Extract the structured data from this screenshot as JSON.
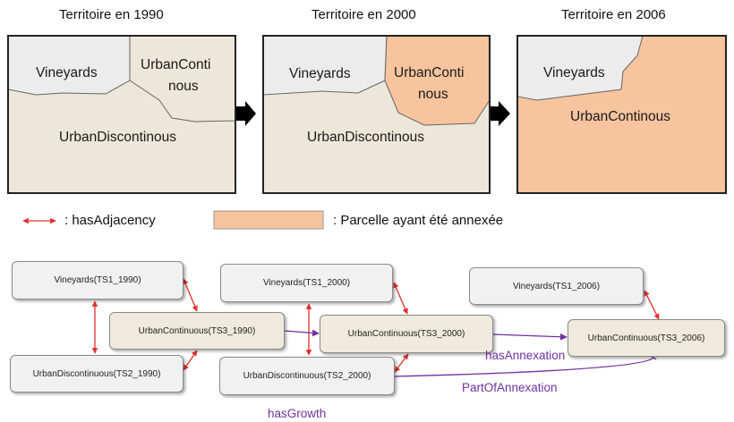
{
  "maps": [
    {
      "title": "Territoire en 1990",
      "labels": {
        "vineyards": "Vineyards",
        "urban_cont_1": "UrbanConti",
        "urban_cont_2": "nous",
        "urban_disc": "UrbanDiscontinous"
      }
    },
    {
      "title": "Territoire en 2000",
      "labels": {
        "vineyards": "Vineyards",
        "urban_cont_1": "UrbanConti",
        "urban_cont_2": "nous",
        "urban_disc": "UrbanDiscontinous"
      }
    },
    {
      "title": "Territoire en 2006",
      "labels": {
        "vineyards": "Vineyards",
        "urban_cont": "UrbanContinous"
      }
    }
  ],
  "legend": {
    "adjacency": ": hasAdjacency",
    "annexed": ": Parcelle ayant été annexée"
  },
  "colors": {
    "parcel_grey": "#ececec",
    "parcel_tan": "#ece7d9",
    "annexed_orange": "#f7c49e",
    "adjacency_red": "#e0302c",
    "relation_purple": "#7030a0"
  },
  "graph": {
    "nodes": {
      "v1990": "Vineyards(TS1_1990)",
      "uc1990": "UrbanContinuous(TS3_1990)",
      "ud1990": "UrbanDiscontinuous(TS2_1990)",
      "v2000": "Vineyards(TS1_2000)",
      "uc2000": "UrbanContinuous(TS3_2000)",
      "ud2000": "UrbanDiscontinuous(TS2_2000)",
      "v2006": "Vineyards(TS1_2006)",
      "uc2006": "UrbanContinuous(TS3_2006)"
    },
    "relations": {
      "has_annexation": "hasAnnexation",
      "part_of_annexation": "PartOfAnnexation",
      "has_growth": "hasGrowth"
    }
  }
}
